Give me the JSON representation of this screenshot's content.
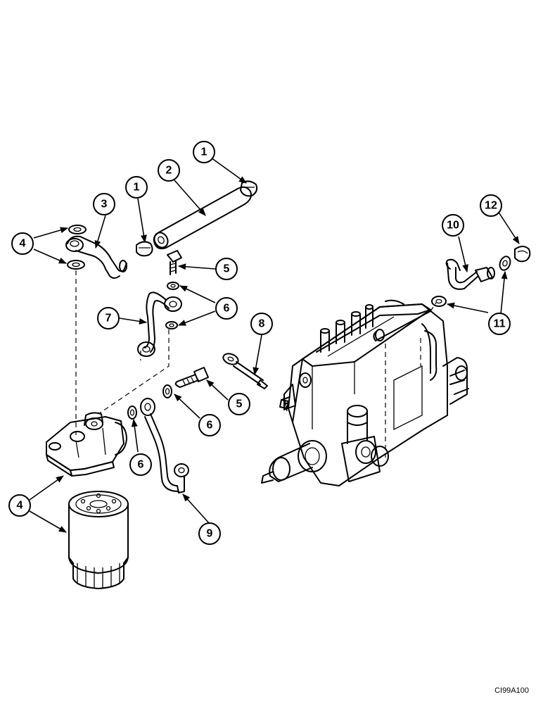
{
  "figure_code": "CI99A100",
  "callouts": [
    {
      "id": "c1a",
      "label": "1"
    },
    {
      "id": "c1b",
      "label": "1"
    },
    {
      "id": "c2",
      "label": "2"
    },
    {
      "id": "c3",
      "label": "3"
    },
    {
      "id": "c4a",
      "label": "4"
    },
    {
      "id": "c4b",
      "label": "4"
    },
    {
      "id": "c5a",
      "label": "5"
    },
    {
      "id": "c5b",
      "label": "5"
    },
    {
      "id": "c6a",
      "label": "6"
    },
    {
      "id": "c6b",
      "label": "6"
    },
    {
      "id": "c6c",
      "label": "6"
    },
    {
      "id": "c7",
      "label": "7"
    },
    {
      "id": "c8",
      "label": "8"
    },
    {
      "id": "c9",
      "label": "9"
    },
    {
      "id": "c10",
      "label": "10"
    },
    {
      "id": "c11",
      "label": "11"
    },
    {
      "id": "c12",
      "label": "12"
    }
  ]
}
